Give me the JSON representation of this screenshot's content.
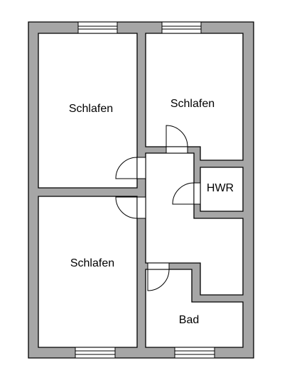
{
  "floorplan": {
    "rooms": [
      {
        "id": "bedroom-top-left",
        "label": "Schlafen"
      },
      {
        "id": "bedroom-top-right",
        "label": "Schlafen"
      },
      {
        "id": "bedroom-bottom-left",
        "label": "Schlafen"
      },
      {
        "id": "utility-room",
        "label": "HWR"
      },
      {
        "id": "bathroom",
        "label": "Bad"
      }
    ],
    "colors": {
      "wall": "#a6a6a6",
      "outline": "#000000",
      "background": "#ffffff"
    }
  }
}
